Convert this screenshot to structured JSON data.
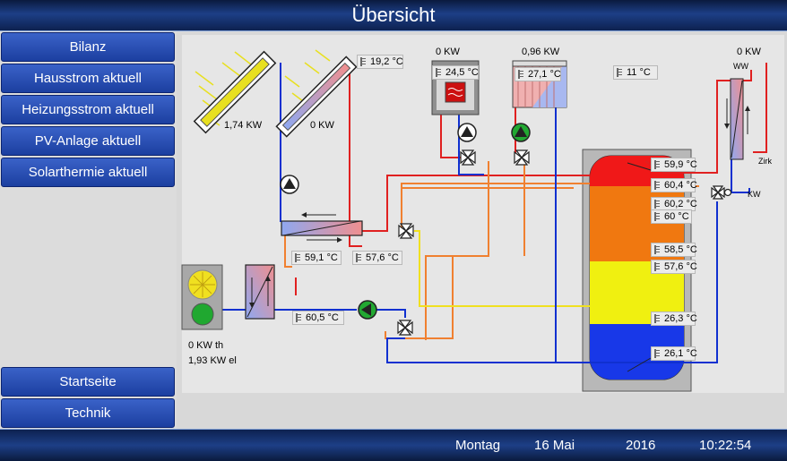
{
  "header": {
    "title": "Übersicht"
  },
  "nav": {
    "top": [
      "Bilanz",
      "Hausstrom aktuell",
      "Heizungsstrom aktuell",
      "PV-Anlage aktuell",
      "Solarthermie aktuell"
    ],
    "bottom": [
      "Startseite",
      "Technik"
    ]
  },
  "status": {
    "day": "Montag",
    "date": "16 Mai",
    "year": "2016",
    "time": "10:22:54"
  },
  "diagram": {
    "collector1_power": "1,74  KW",
    "collector2_power": "0  KW",
    "collector_temp": "19,2 °C",
    "boiler_power": "0  KW",
    "boiler_temp": "24,5 °C",
    "heatsink_power": "0,96  KW",
    "heatsink_temp": "27,1 °C",
    "outdoor_temp": "11 °C",
    "ww_power": "0  KW",
    "ww_label": "WW",
    "zirk_label": "Zirk",
    "kw_label": "KW",
    "hx_supply_temp": "59,1 °C",
    "hx_return_temp": "57,6 °C",
    "heatpump_th": "0  KW th",
    "heatpump_el": "1,93  KW el",
    "heatpump_flow_temp": "60,5 °C",
    "tank_temps": [
      "59,9 °C",
      "60,4 °C",
      "60,2 °C",
      "60 °C",
      "58,5 °C",
      "57,6 °C",
      "26,3 °C",
      "26,1 °C"
    ]
  },
  "colors": {
    "hot": "#e02020",
    "warm": "#f07828",
    "mild": "#f0e020",
    "cold": "#1030d0",
    "nav": "#2a4fb8"
  }
}
